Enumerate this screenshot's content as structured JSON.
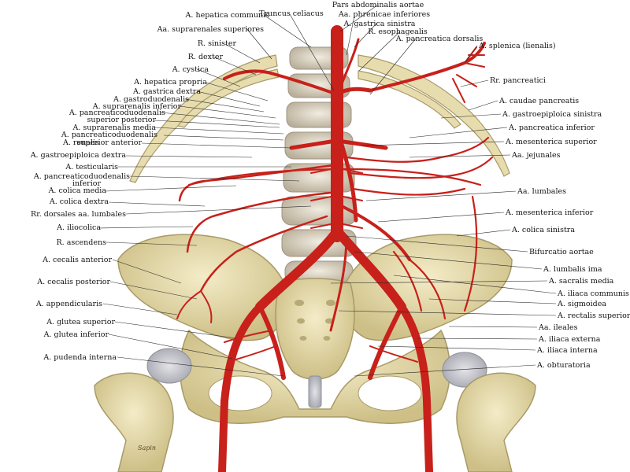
{
  "labels_left": [
    "A. hepatica communis",
    "Aa. suprarenales superiores",
    "R. sinister",
    "R. dexter",
    "A. cystica",
    "A. hepatica propria",
    "A. gastrica dextra",
    "A. gastroduodenalis",
    "A. suprarenalis inferior",
    "A. pancreaticoduodenalis",
    "superior posterior",
    "A. suprarenalis media",
    "A. pancreaticoduodenalis",
    "superior anterior",
    "A. renalis",
    "A. gastroepiploica dextra",
    "A. testicularis",
    "A. pancreaticoduodenalis",
    "inferior",
    "A. colica media",
    "A. colica dextra",
    "Rr. dorsales aa. lumbales",
    "A. iliocolica",
    "R. ascendens",
    "A. cecalis anterior",
    "A. cecalis posterior",
    "A. appendicularis",
    "A. glutea superior",
    "A. glutea inferior",
    "A. pudenda interna"
  ],
  "labels_top": [
    "Pars abdominalis aortae",
    "Truncus celiacus",
    "Aa. phrenicae inferiores",
    "A. gastrica sinistra",
    "R. esophagealis",
    "A. pancreatica dorsalis"
  ],
  "labels_right": [
    "A. splenica (lienalis)",
    "Rr. pancreatici",
    "A. caudae pancreatis",
    "A. gastroepiploica sinistra",
    "A. pancreatica inferior",
    "A. mesenterica superior",
    "Aa. jejunales",
    "Aa. lumbales",
    "A. mesenterica inferior",
    "A. colica sinistra",
    "Bifurcatio aortae",
    "A. lumbalis ima",
    "A. sacralis media",
    "A. iliaca communis",
    "A. sigmoidea",
    "A. rectalis superior",
    "Aa. ileales",
    "A. iliaca externa",
    "A. iliaca interna",
    "A. obturatoria"
  ],
  "signature": "Sapin",
  "colors": {
    "artery": "#c8201a",
    "bone": "#e7dcae",
    "bone_shadow": "#a89a68",
    "vertebra": "#d8d0c0",
    "cartilage": "#c9c9cf"
  }
}
